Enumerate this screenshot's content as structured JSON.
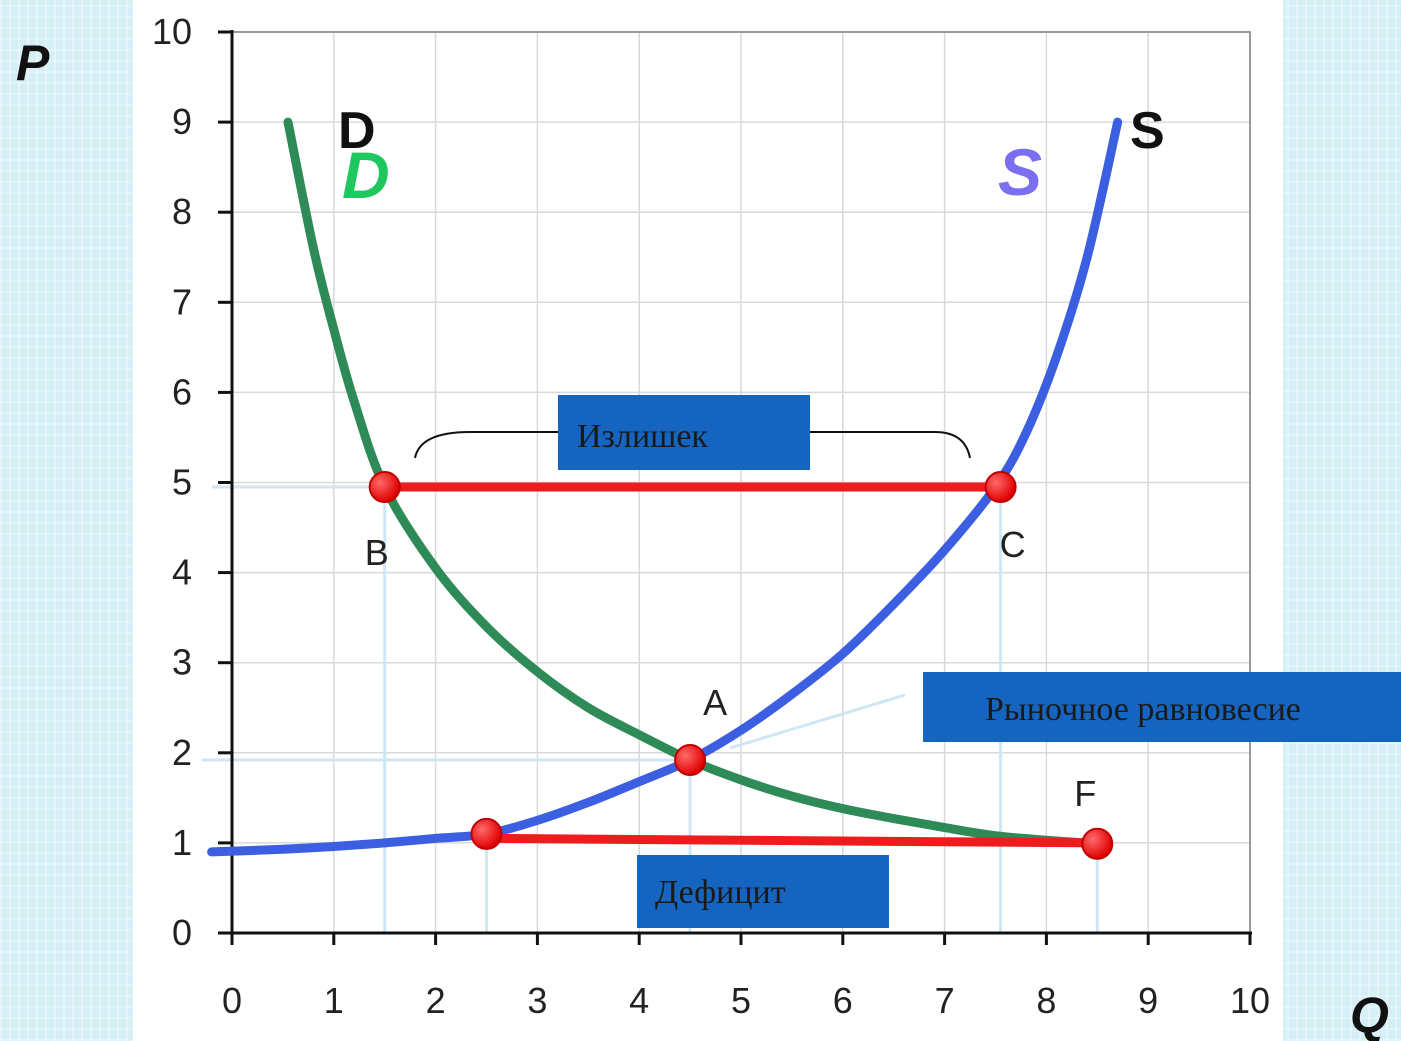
{
  "chart_data": {
    "type": "line",
    "title": "",
    "xlabel": "Q",
    "ylabel": "P",
    "xlim": [
      0,
      10
    ],
    "ylim": [
      0,
      10
    ],
    "x_ticks": [
      "0",
      "1",
      "2",
      "3",
      "4",
      "5",
      "6",
      "7",
      "8",
      "9",
      "10"
    ],
    "y_ticks": [
      "0",
      "1",
      "2",
      "3",
      "4",
      "5",
      "6",
      "7",
      "8",
      "9",
      "10"
    ],
    "grid": true,
    "series": [
      {
        "name": "D",
        "color": "#2e8b57",
        "points": [
          [
            0.55,
            9.0
          ],
          [
            0.8,
            7.6
          ],
          [
            1.0,
            6.7
          ],
          [
            1.2,
            5.9
          ],
          [
            1.5,
            4.95
          ],
          [
            2.0,
            4.05
          ],
          [
            2.5,
            3.4
          ],
          [
            3.0,
            2.9
          ],
          [
            3.5,
            2.5
          ],
          [
            4.0,
            2.2
          ],
          [
            4.5,
            1.92
          ],
          [
            5.0,
            1.7
          ],
          [
            5.5,
            1.52
          ],
          [
            6.0,
            1.38
          ],
          [
            6.5,
            1.27
          ],
          [
            7.0,
            1.17
          ],
          [
            7.5,
            1.08
          ],
          [
            8.0,
            1.03
          ],
          [
            8.5,
            0.99
          ]
        ]
      },
      {
        "name": "S",
        "color": "#3b5fe0",
        "points": [
          [
            -0.2,
            0.9
          ],
          [
            0.5,
            0.93
          ],
          [
            1.0,
            0.96
          ],
          [
            1.5,
            1.0
          ],
          [
            2.0,
            1.05
          ],
          [
            2.5,
            1.1
          ],
          [
            3.0,
            1.25
          ],
          [
            3.5,
            1.45
          ],
          [
            4.0,
            1.68
          ],
          [
            4.5,
            1.92
          ],
          [
            5.0,
            2.25
          ],
          [
            5.5,
            2.65
          ],
          [
            6.0,
            3.1
          ],
          [
            6.5,
            3.65
          ],
          [
            7.0,
            4.25
          ],
          [
            7.5,
            4.95
          ],
          [
            7.8,
            5.55
          ],
          [
            8.1,
            6.4
          ],
          [
            8.4,
            7.5
          ],
          [
            8.7,
            9.0
          ]
        ]
      }
    ],
    "points": [
      {
        "name": "B",
        "x": 1.5,
        "y": 4.95
      },
      {
        "name": "C",
        "x": 7.55,
        "y": 4.95
      },
      {
        "name": "A",
        "x": 4.5,
        "y": 1.92
      },
      {
        "name": "",
        "x": 2.5,
        "y": 1.1
      },
      {
        "name": "F",
        "x": 8.5,
        "y": 0.99
      }
    ],
    "segments": [
      {
        "from": [
          1.5,
          4.95
        ],
        "to": [
          7.55,
          4.95
        ],
        "color": "#ee1c1c"
      },
      {
        "from": [
          2.5,
          1.05
        ],
        "to": [
          8.5,
          1.0
        ],
        "color": "#ee1c1c"
      }
    ],
    "curve_labels": {
      "d_black": "D",
      "d_green": "D",
      "s_black": "S",
      "s_purple": "S"
    },
    "annotations": {
      "surplus": "Излишек",
      "shortage": "Дефицит",
      "equilibrium": "Рыночное равновесие"
    },
    "colors": {
      "demand": "#2e8b57",
      "supply": "#3b5fe0",
      "highlight": "#ee1c1c",
      "box": "#1565c0",
      "d_label_green": "#1ec85f",
      "s_label_purple": "#7b6ff0"
    }
  }
}
